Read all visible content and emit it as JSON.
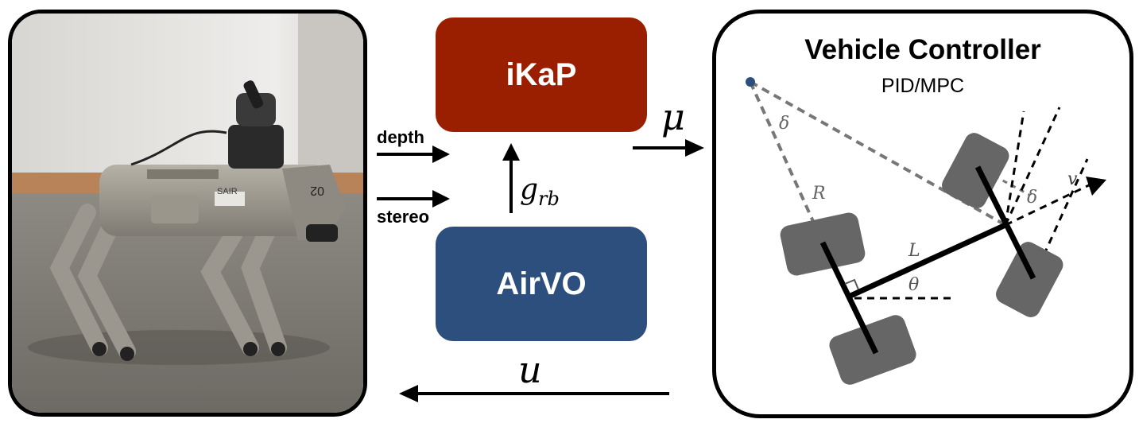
{
  "blocks": {
    "ikap": {
      "label": "iKaP",
      "color": "#9a1f00"
    },
    "airvo": {
      "label": "AirVO",
      "color": "#2d4f7e"
    }
  },
  "inputs": {
    "depth": "depth",
    "stereo": "stereo"
  },
  "symbols": {
    "mu": "μ",
    "g": "g",
    "g_sub": "rb",
    "u": "u"
  },
  "controller": {
    "title": "Vehicle Controller",
    "subtitle": "PID/MPC",
    "symbols": {
      "delta_top": "δ",
      "R": "R",
      "L": "L",
      "theta": "θ",
      "delta_right": "δ",
      "v": "v"
    }
  },
  "photo": {
    "markings": {
      "sair": "SAIR",
      "unit": "02"
    }
  }
}
